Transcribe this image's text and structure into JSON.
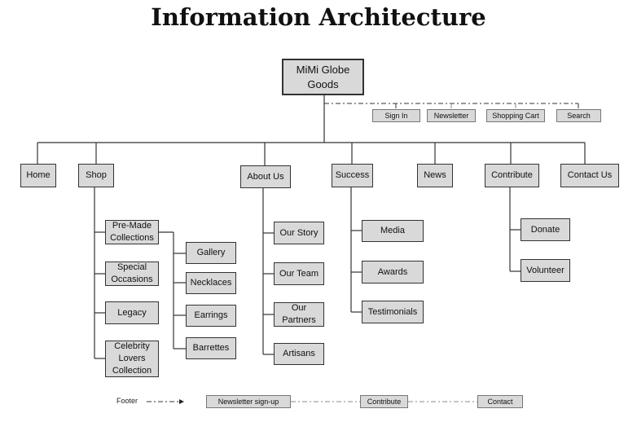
{
  "title": "Information Architecture",
  "root": "MiMi Globe\nGoods",
  "utility": [
    "Sign In",
    "Newsletter",
    "Shopping Cart",
    "Search"
  ],
  "sections": [
    "Home",
    "Shop",
    "About Us",
    "Success",
    "News",
    "Contribute",
    "Contact Us"
  ],
  "shop": [
    "Pre-Made\nCollections",
    "Special\nOccasions",
    "Legacy",
    "Celebrity\nLovers\nCollection"
  ],
  "collections": [
    "Gallery",
    "Necklaces",
    "Earrings",
    "Barrettes"
  ],
  "about": [
    "Our Story",
    "Our Team",
    "Our\nPartners",
    "Artisans"
  ],
  "success": [
    "Media",
    "Awards",
    "Testimonials"
  ],
  "contribute": [
    "Donate",
    "Volunteer"
  ],
  "footer": {
    "label": "Footer",
    "items": [
      "Newsletter sign-up",
      "Contribute",
      "Contact"
    ]
  }
}
